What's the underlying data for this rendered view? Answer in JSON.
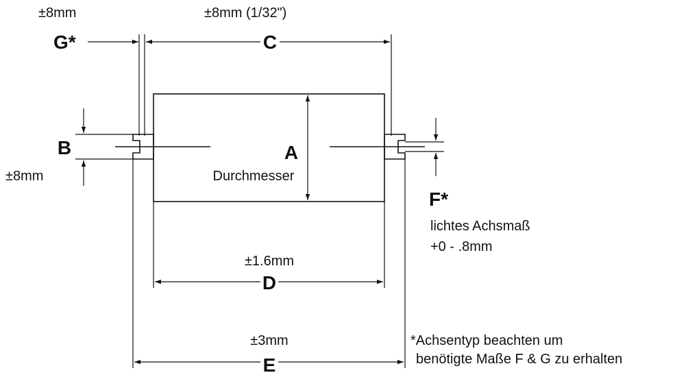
{
  "dimensions": {
    "G": {
      "letter": "G*",
      "tolerance": "±8mm"
    },
    "C": {
      "letter": "C",
      "tolerance": "±8mm (1/32\")"
    },
    "B": {
      "letter": "B",
      "tolerance": "±8mm"
    },
    "A": {
      "letter": "A",
      "caption": "Durchmesser"
    },
    "F": {
      "letter": "F*",
      "line1": "lichtes Achsmaß",
      "line2": "+0 - .8mm"
    },
    "D": {
      "letter": "D",
      "tolerance": "±1.6mm"
    },
    "E": {
      "letter": "E",
      "tolerance": "±3mm"
    }
  },
  "footnote": {
    "line1": "*Achsentyp beachten um",
    "line2": "benötigte Maße F & G zu erhalten"
  }
}
